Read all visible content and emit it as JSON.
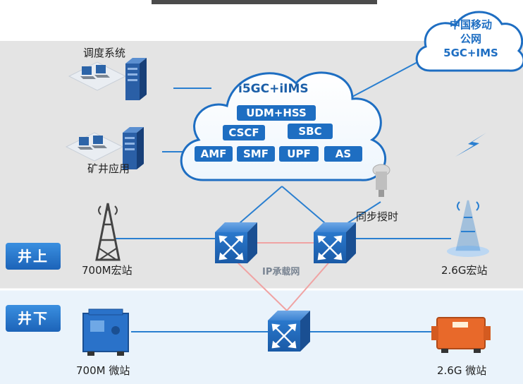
{
  "title_partial": "",
  "zones": {
    "surface": "井上",
    "underground": "井下"
  },
  "core_cloud": {
    "title": "i5GC+iIMS",
    "modules": [
      "UDM+HSS",
      "CSCF",
      "SBC",
      "AMF",
      "SMF",
      "UPF",
      "AS"
    ]
  },
  "public_cloud": {
    "line1": "中国移动",
    "line2": "公网",
    "line3": "5GC+IMS"
  },
  "nodes": {
    "dispatch": "调度系统",
    "mine_app": "矿井应用",
    "sync": "同步授时",
    "bs_700_macro": "700M宏站",
    "bs_26_macro": "2.6G宏站",
    "bs_700_micro": "700M 微站",
    "bs_26_micro": "2.6G 微站",
    "ip_network": "IP承载网"
  },
  "colors": {
    "zone_upper_bg": "#e4e4e4",
    "zone_lower_bg": "#eaf3fb",
    "accent_blue": "#1e6ec2",
    "router_blue": "#1d67b8",
    "link_blue": "#2a7fd0",
    "link_red": "#f0a3a3",
    "micro_bs_blue": "#2a72c9",
    "micro_bs_orange": "#e8692a"
  }
}
